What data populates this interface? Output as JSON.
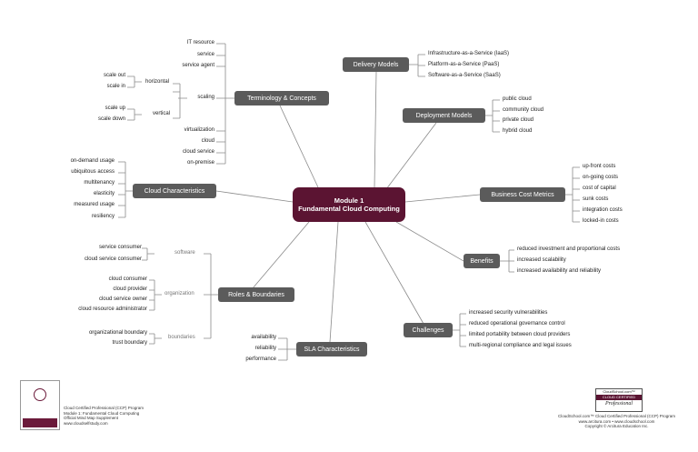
{
  "center": {
    "line1": "Module 1",
    "line2": "Fundamental Cloud Computing"
  },
  "terminology": {
    "label": "Terminology & Concepts",
    "items": [
      "IT resource",
      "service",
      "service agent",
      "virtualization",
      "cloud",
      "cloud service",
      "on-premise"
    ],
    "scaling": "scaling",
    "horizontal": "horizontal",
    "vertical": "vertical",
    "horizontal_items": [
      "scale out",
      "scale in"
    ],
    "vertical_items": [
      "scale up",
      "scale down"
    ]
  },
  "characteristics": {
    "label": "Cloud Characteristics",
    "items": [
      "on-demand usage",
      "ubiquitous access",
      "multitenancy",
      "elasticity",
      "measured usage",
      "resiliency"
    ]
  },
  "roles": {
    "label": "Roles & Boundaries",
    "software": "software",
    "organization": "organization",
    "boundaries": "boundaries",
    "software_items": [
      "service consumer",
      "cloud service consumer"
    ],
    "organization_items": [
      "cloud consumer",
      "cloud provider",
      "cloud service owner",
      "cloud resource administrator"
    ],
    "boundary_items": [
      "organizational boundary",
      "trust boundary"
    ]
  },
  "sla": {
    "label": "SLA Characteristics",
    "items": [
      "availability",
      "reliability",
      "performance"
    ]
  },
  "delivery": {
    "label": "Delivery Models",
    "items": [
      "Infrastructure-as-a-Service (IaaS)",
      "Platform-as-a-Service (PaaS)",
      "Software-as-a-Service (SaaS)"
    ]
  },
  "deployment": {
    "label": "Deployment Models",
    "items": [
      "public cloud",
      "community cloud",
      "private cloud",
      "hybrid cloud"
    ]
  },
  "cost": {
    "label": "Business Cost Metrics",
    "items": [
      "up-front costs",
      "on-going costs",
      "cost of capital",
      "sunk costs",
      "integration costs",
      "locked-in costs"
    ]
  },
  "benefits": {
    "label": "Benefits",
    "items": [
      "reduced investment and proportional costs",
      "increased scalability",
      "increased availability and reliability"
    ]
  },
  "challenges": {
    "label": "Challenges",
    "items": [
      "increased security vulnerabilities",
      "reduced operational governance control",
      "limited portability between cloud providers",
      "multi-regional compliance and legal issues"
    ]
  },
  "footer_left": [
    "Cloud Certified Professional (CCP) Program",
    "Module 1: Fundamental Cloud Computing",
    "Official Mind Map Supplement",
    "www.cloudselfstudy.com"
  ],
  "footer_right": [
    "CloudSchool.com™ Cloud Certified Professional (CCP) Program",
    "www.arcitura.com  •  www.cloudschool.com",
    "Copyright © Arcitura Education Inc."
  ],
  "badge": {
    "top": "CloudSchool.com™",
    "middle": "CLOUD CERTIFIED",
    "bottom": "Professional"
  },
  "colors": {
    "node": "#5b5b5b",
    "center": "#5b1432",
    "line": "#8a8a8a"
  }
}
